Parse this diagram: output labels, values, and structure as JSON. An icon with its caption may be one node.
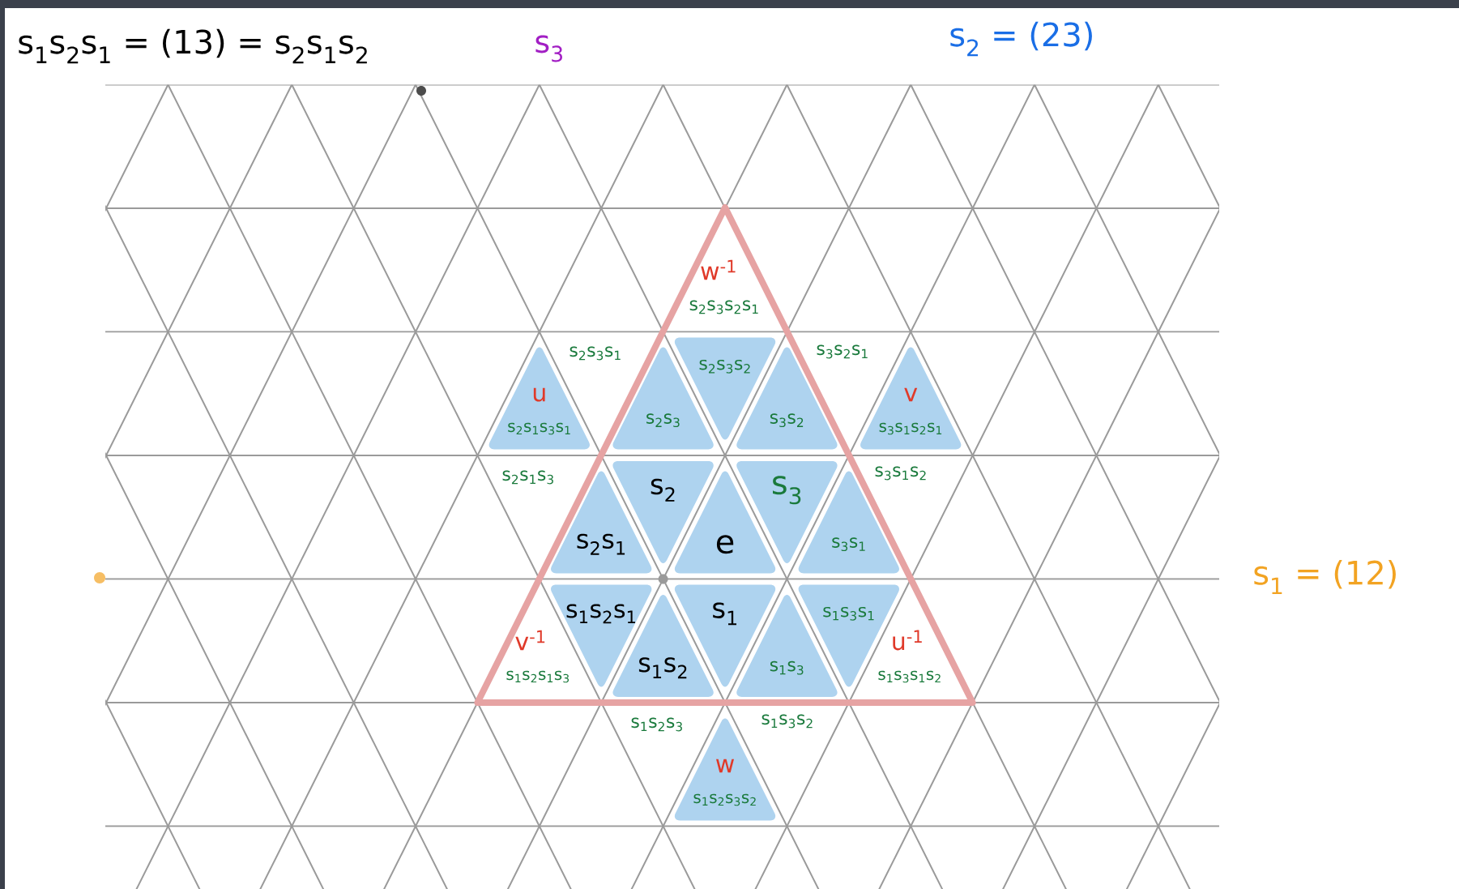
{
  "diagram": {
    "nodes": [
      {
        "text": [],
        "shape": "triangle"
      },
      {
        "text": [
          "u",
          "s$_{2}$s$_{1}$s$_{3}$s$_{1}$"
        ]
      },
      {
        "text": [
          "s$_{2}$s$_{3}$"
        ],
        "in": 0
      },
      {
        "text": [
          "s$_{2}$s$_{3}$s$_{2}$"
        ],
        "in": 0
      },
      {
        "text": [
          "s$_{3}$s$_{2}$"
        ],
        "in": 0
      },
      {
        "text": [
          "v",
          "s$_{3}$s$_{1}$s$_{2}$s$_{1}$"
        ]
      },
      {
        "text": [
          "s$_{2}$s$_{1}$"
        ],
        "in": 0
      },
      {
        "text": [
          "s$_{2}$"
        ],
        "in": 0
      },
      {
        "text": [
          "e"
        ],
        "in": 0
      },
      {
        "text": [
          "s$_{3}$"
        ],
        "in": 0
      },
      {
        "text": [
          "s$_{3}$s$_{1}$"
        ],
        "in": 0
      },
      {
        "text": [
          "s$_{1}$s$_{2}$s$_{1}$"
        ],
        "in": 0
      },
      {
        "text": [
          "s$_{1}$s$_{2}$"
        ],
        "in": 0
      },
      {
        "text": [
          "s$_{1}$"
        ],
        "in": 0
      },
      {
        "text": [
          "s$_{1}$s$_{3}$"
        ],
        "in": 0
      },
      {
        "text": [
          "s$_{1}$s$_{3}$s$_{1}$"
        ],
        "in": 0
      },
      {
        "text": [
          "w",
          "s$_{1}$s$_{2}$s$_{3}$s$_{2}$"
        ]
      }
    ],
    "labels": [
      "s$_{1}$s$_{2}$s$_{1}$ = (13) = s$_{2}$s$_{1}$s$_{2}$",
      "s$_{3}$",
      "s$_{2}$ = (23)",
      "w$^{-1}$",
      "s$_{2}$s$_{3}$s$_{2}$s$_{1}$",
      "s$_{2}$s$_{3}$s$_{1}$",
      "s$_{3}$s$_{2}$s$_{1}$",
      "s$_{2}$s$_{1}$s$_{3}$",
      "s$_{3}$s$_{1}$s$_{2}$",
      "s$_{1}$ = (12)",
      "v$^{-1}$",
      "s$_{1}$s$_{2}$s$_{1}$s$_{3}$",
      "u$^{-1}$",
      "s$_{1}$s$_{3}$s$_{1}$s$_{2}$",
      "s$_{1}$s$_{2}$s$_{3}$",
      "s$_{1}$s$_{3}$s$_{2}$"
    ]
  }
}
